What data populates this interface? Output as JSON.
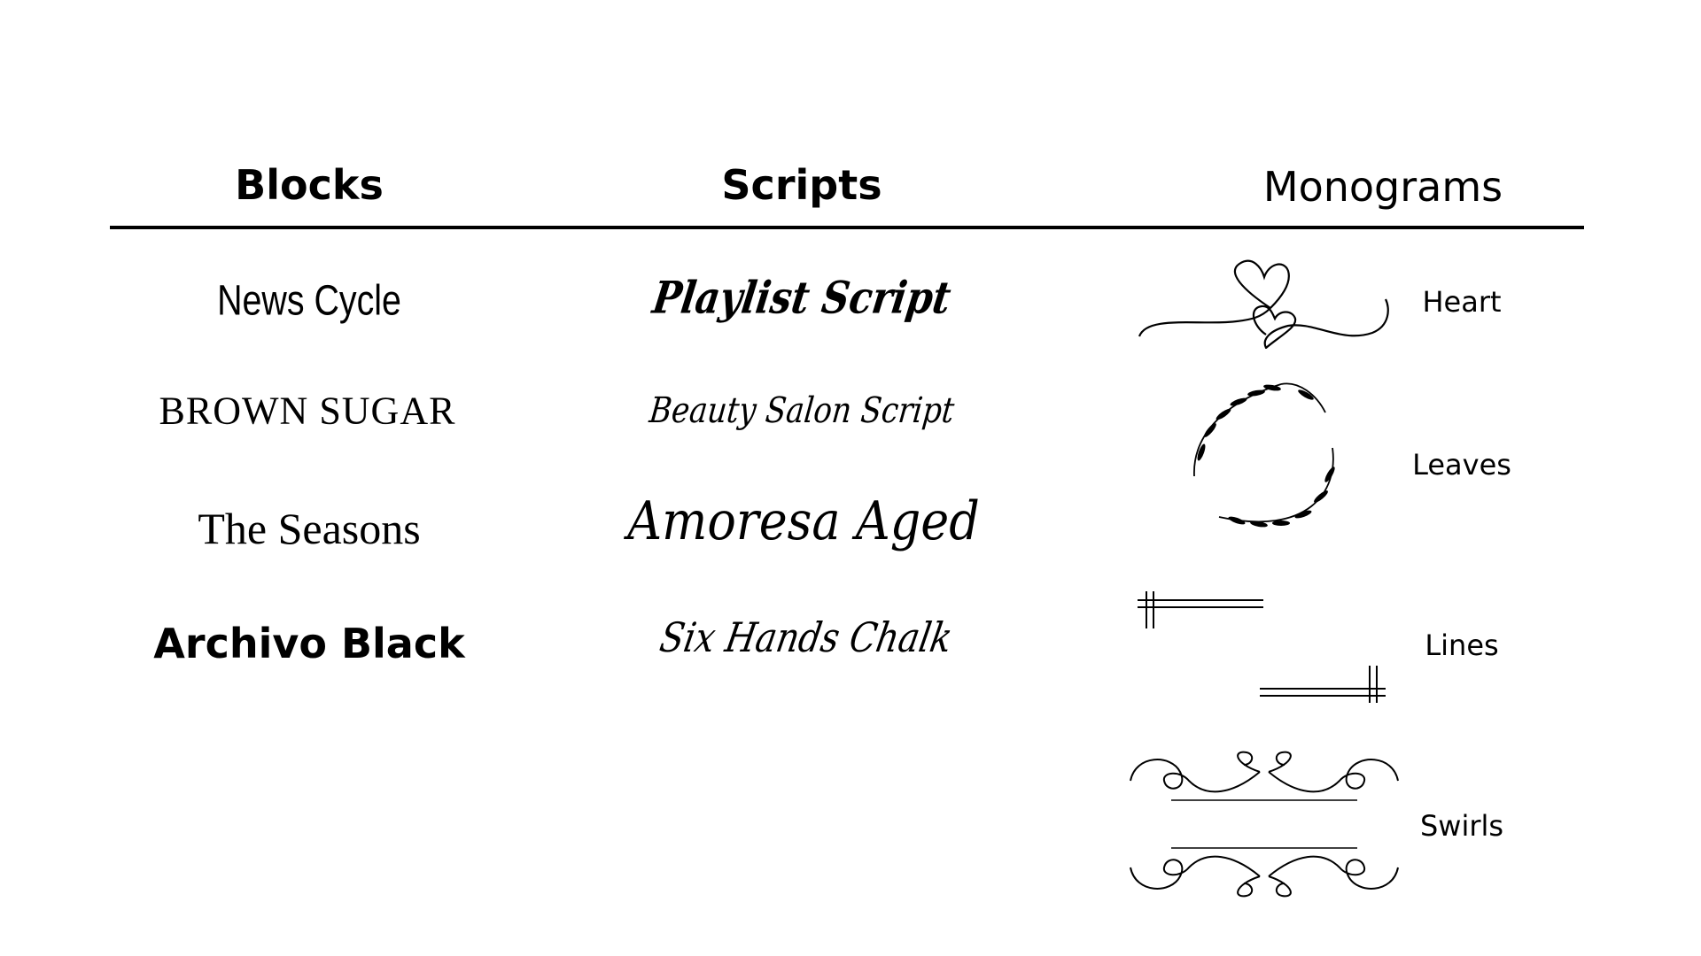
{
  "headers": {
    "blocks": "Blocks",
    "scripts": "Scripts",
    "monograms": "Monograms"
  },
  "blocks": [
    "News Cycle",
    "BROWN SUGAR",
    "The Seasons",
    "Archivo Black"
  ],
  "scripts": [
    "Playlist Script",
    "Beauty Salon Script",
    "Amoresa Aged",
    "Six Hands Chalk"
  ],
  "monograms": [
    {
      "label": "Heart",
      "icon": "heart-flourish-icon"
    },
    {
      "label": "Leaves",
      "icon": "leaf-wreath-icon"
    },
    {
      "label": "Lines",
      "icon": "corner-lines-icon"
    },
    {
      "label": "Swirls",
      "icon": "swirl-flourish-icon"
    }
  ]
}
